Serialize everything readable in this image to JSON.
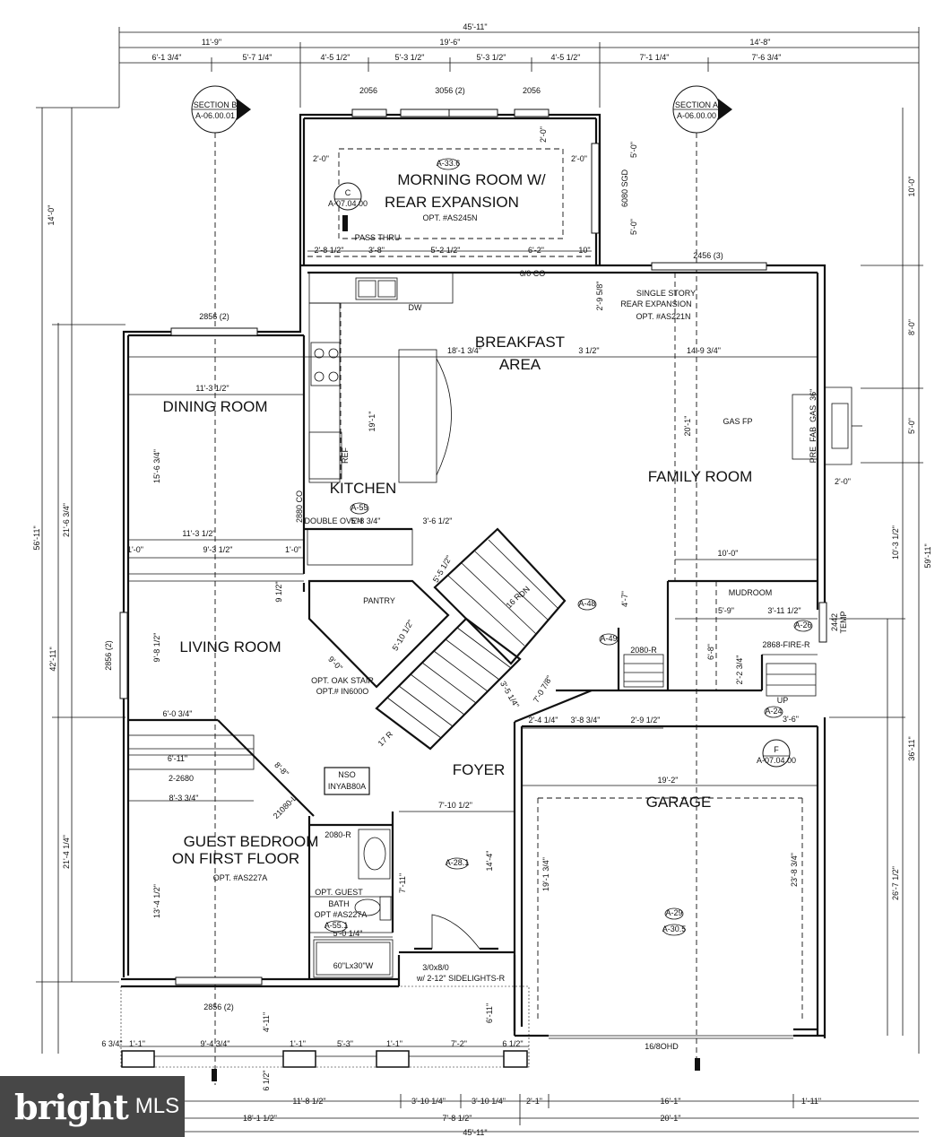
{
  "overall": {
    "top_width": "45'-11\"",
    "bottom_width": "45'-11\"",
    "left_depth": "56'-11\"",
    "right_depth": "59'-11\""
  },
  "top_dims": {
    "row1": [
      "11'-9\"",
      "19'-6\"",
      "14'-8\""
    ],
    "row2": [
      "6'-1 3/4\"",
      "5'-7 1/4\"",
      "4'-5 1/2\"",
      "5'-3 1/2\"",
      "5'-3 1/2\"",
      "4'-5 1/2\"",
      "7'-1 1/4\"",
      "7'-6 3/4\""
    ]
  },
  "bottom_dims": {
    "row1": [
      "11'-8 1/2\"",
      "3'-10 1/4\"",
      "3'-10 1/4\"",
      "2'-1\"",
      "16'-1\"",
      "1'-11\""
    ],
    "row2": [
      "18'-1 1/2\"",
      "7'-8 1/2\"",
      "20'-1\""
    ],
    "row0": [
      "6 3/4\"",
      "1'-1\"",
      "9'-4 3/4\"",
      "1'-1\"",
      "5'-3\"",
      "1'-1\"",
      "7'-2\"",
      "6 1/2\""
    ]
  },
  "left_dims": [
    "14'-0\"",
    "21'-6 3/4\"",
    "42'-11\"",
    "21'-4 1/4\""
  ],
  "right_dims": [
    "10'-0\"",
    "8'-0\"",
    "5'-0\"",
    "10'-3 1/2\"",
    "2442",
    "TEMP",
    "36'-11\"",
    "26'-7 1/2\""
  ],
  "sections": [
    {
      "title": "SECTION B",
      "ref": "A-06.00.01"
    },
    {
      "title": "SECTION A",
      "ref": "A-06.00.00"
    }
  ],
  "windows": [
    "2056",
    "3056 (2)",
    "2056",
    "2456 (3)",
    "2856 (2)",
    "2856 (2)",
    "2856 (2)"
  ],
  "rooms": {
    "morning": {
      "line1": "MORNING ROOM W/",
      "line2": "REAR EXPANSION",
      "opt": "OPT. #AS245N"
    },
    "breakfast": {
      "line1": "BREAKFAST",
      "line2": "AREA"
    },
    "dining": "DINING ROOM",
    "kitchen": "KITCHEN",
    "family": "FAMILY ROOM",
    "living": "LIVING ROOM",
    "foyer": "FOYER",
    "garage": "GARAGE",
    "guest": {
      "line1": "GUEST BEDROOM",
      "line2": "ON FIRST FLOOR",
      "opt": "OPT. #AS227A"
    },
    "pantry": "PANTRY",
    "mudroom": "MUDROOM",
    "single_story": {
      "line1": "SINGLE STORY",
      "line2": "REAR EXPANSION",
      "opt": "OPT. #AS221N"
    },
    "guest_bath": {
      "line1": "OPT. GUEST",
      "line2": "BATH",
      "opt": "OPT #AS227A"
    },
    "oak_stair": {
      "line1": "OPT. OAK STAIR",
      "line2": "OPT.# IN600O"
    },
    "nso": {
      "line1": "NSO",
      "line2": "INYAB80A"
    }
  },
  "labels": {
    "pass_thru": "PASS THRU",
    "sgd": "6080 SGD",
    "co_morning": "6/0 CO",
    "gas_fp": "GAS FP",
    "prefab": "PRE_FAB_GAS_36\"",
    "dw": "DW",
    "ref": "REF",
    "double_oven": "DOUBLE OVEN",
    "door_front": "3/0x8/0",
    "sidelights": "w/ 2-12\" SIDELIGHTS-R",
    "garage_door": "16/8OHD",
    "fire_door": "2868-FIRE-R",
    "tub": "60\"Lx30\"W",
    "up": "UP",
    "dn": "DN",
    "up_16r": "16 R",
    "stair_17r": "17 R",
    "door_2080r": "2080-R",
    "door_2080l": "21080-L",
    "door_2680": "2-2680",
    "door_2880co": "2880 CO"
  },
  "interior_dims": [
    "2'-0\"",
    "2'-0\"",
    "2'-0\"",
    "2'-8 1/2\"",
    "3'-8\"",
    "5'-2 1/2\"",
    "6'-2\"",
    "10\"",
    "5'-0\"",
    "5'-0\"",
    "2'-9 5/8\"",
    "3 1/2\"",
    "18'-1 3/4\"",
    "14'-9 3/4\"",
    "11'-3 1/2\"",
    "15'-6 3/4\"",
    "19'-1\"",
    "20'-1\"",
    "2'-0\"",
    "11'-3 1/2\"",
    "9'-3 1/2\"",
    "1'-0\"",
    "1'-0\"",
    "3'-6 1/2\"",
    "5'-8 3/4\"",
    "10'-0\"",
    "9'-8 1/2\"",
    "6'-0 3/4\"",
    "6'-11\"",
    "8'-3 3/4\"",
    "19'-2\"",
    "7'-10 1/2\"",
    "14'-4\"",
    "7'-11\"",
    "19'-1 3/4\"",
    "23'-8 3/4\"",
    "13'-4 1/2\"",
    "5'-0 1/4\"",
    "6'-11\"",
    "4'-11\"",
    "6 1/2\"",
    "2'-4 1/4\"",
    "3'-8 3/4\"",
    "2'-9 1/2\"",
    "5'-9\"",
    "3'-11 1/2\"",
    "6'-8\"",
    "2'-2 3/4\"",
    "3'-6\"",
    "4'-7\"",
    "7'-0 7/8\"",
    "3'-5 1/4\"",
    "5'-10 1/2\"",
    "9'-0\"",
    "5'-5 1/2\"",
    "8'-8\"",
    "9 1/2\""
  ],
  "tags": [
    "A-33.6",
    "A-55",
    "A-48",
    "A-49",
    "A-26",
    "A-24",
    "A-28.1",
    "A-29",
    "A-30.5",
    "A-55.1"
  ],
  "callouts": [
    {
      "letter": "C",
      "ref": "A-07.04.00"
    },
    {
      "letter": "F",
      "ref": "A-07.04.00"
    }
  ],
  "watermark": {
    "brand": "bright",
    "suffix": "MLS"
  }
}
